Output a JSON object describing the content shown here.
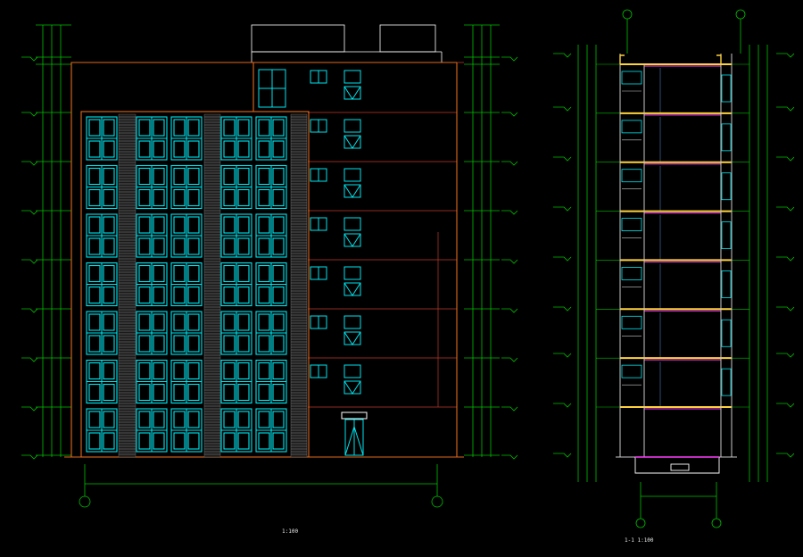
{
  "colors": {
    "background": "#000000",
    "dimension": "#00c000",
    "window": "#00e5ee",
    "outline": "#e06a1c",
    "wall": "#c8c8c8",
    "slab": "#ffd23c",
    "beam": "#ff3cff",
    "label": "#f0f0f0"
  },
  "elevation": {
    "floors": 7,
    "left_axis": "",
    "right_axis": "",
    "caption": "",
    "scale": "1:100"
  },
  "section": {
    "floors": 8,
    "top_axis_left": "",
    "top_axis_right": "",
    "bottom_axis_left": "",
    "bottom_axis_right": "",
    "caption_id": "1-1",
    "caption": "",
    "scale": "1:100"
  }
}
